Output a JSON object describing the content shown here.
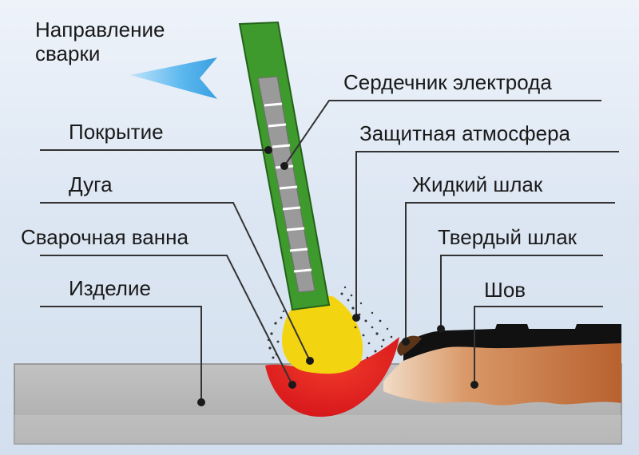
{
  "direction_label": {
    "line1": "Направление",
    "line2": "сварки"
  },
  "labels": {
    "electrode_core": "Сердечник электрода",
    "coating": "Покрытие",
    "shielding_atmosphere": "Защитная атмосфера",
    "arc": "Дуга",
    "liquid_slag": "Жидкий шлак",
    "weld_pool": "Сварочная ванна",
    "solid_slag": "Твердый шлак",
    "workpiece": "Изделие",
    "weld_seam": "Шов"
  },
  "colors": {
    "background": "#dde7f3",
    "workpiece": "#b3b3b3",
    "electrode_coating": "#3e9a2c",
    "electrode_core": "#9a9a9a",
    "arc": "#f3d410",
    "weld_pool": "#e4231c",
    "weld_seam": "#c97a45",
    "slag": "#111111",
    "leader_line": "#333333",
    "direction_arrow": "#4ab0e8"
  }
}
